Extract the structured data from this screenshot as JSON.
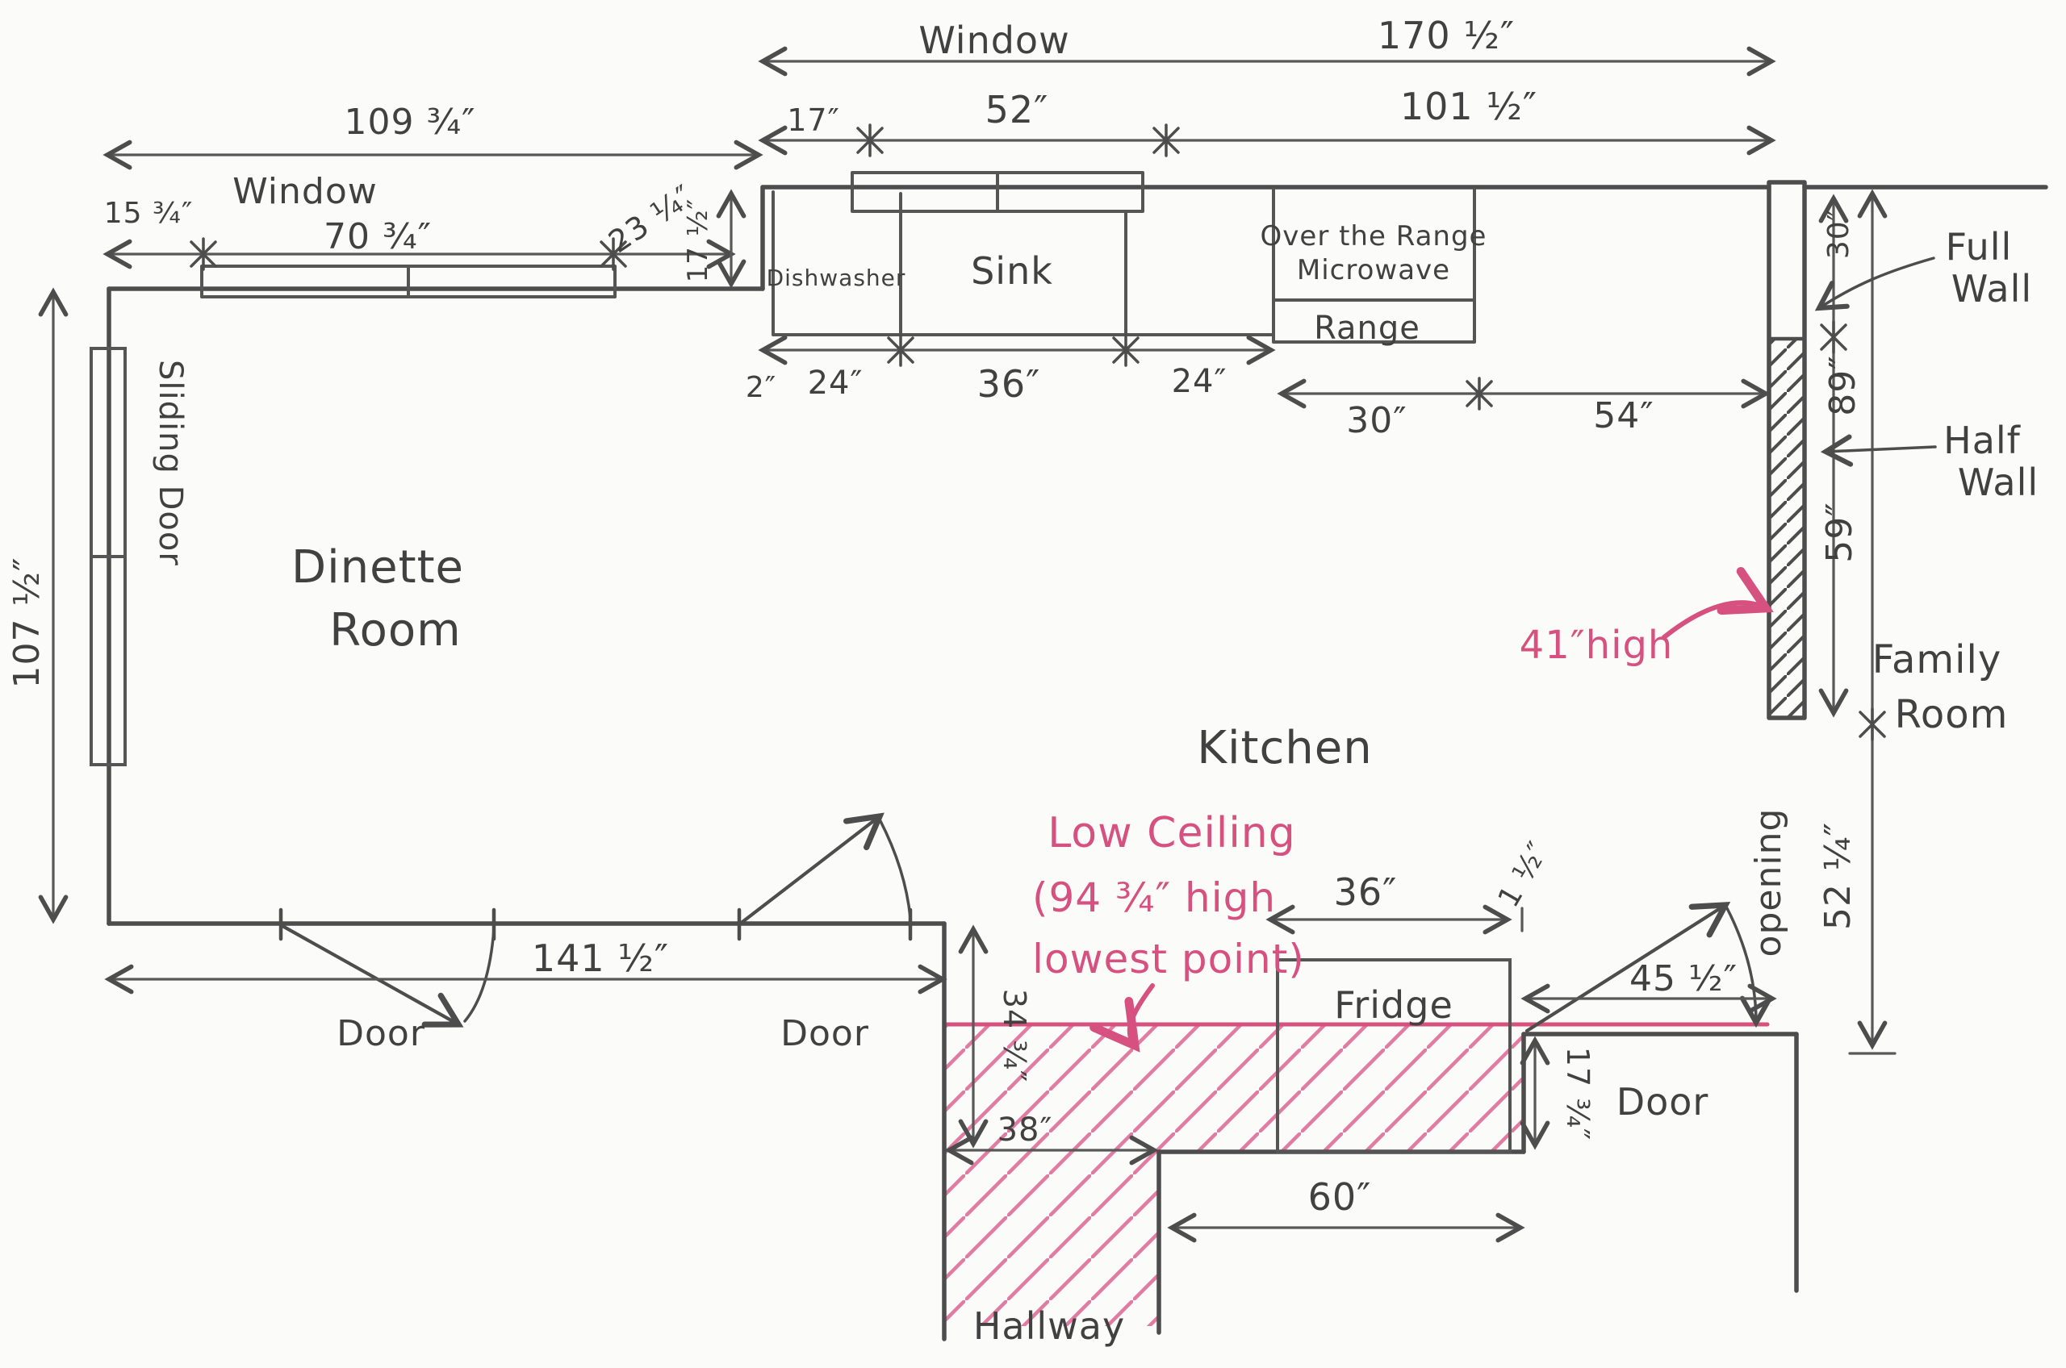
{
  "meta": {
    "type": "hand-drawn kitchen floor plan sketch",
    "ink_color": "#4d4d4d",
    "accent_color": "#d6517f"
  },
  "rooms": {
    "dinette_line1": "Dinette",
    "dinette_line2": "Room",
    "kitchen": "Kitchen",
    "family_line1": "Family",
    "family_line2": "Room",
    "hallway": "Hallway"
  },
  "appliances": {
    "dishwasher": "Dishwasher",
    "sink": "Sink",
    "otr_line1": "Over the Range",
    "otr_line2": "Microwave",
    "range": "Range",
    "fridge": "Fridge"
  },
  "openings": {
    "window_top": "Window",
    "window_left": "Window",
    "sliding_door": "Sliding Door",
    "door_bottom_left": "Door",
    "door_bottom_mid": "Door",
    "door_bottom_right": "Door",
    "opening_label": "opening"
  },
  "walls": {
    "full_line1": "Full",
    "full_line2": "Wall",
    "half_line1": "Half",
    "half_line2": "Wall"
  },
  "annotations": {
    "half_wall_height": "41″high",
    "low_ceiling_line1": "Low Ceiling",
    "low_ceiling_line2": "(94 ¾″ high",
    "low_ceiling_line3": "lowest point)"
  },
  "dimensions": {
    "top_total": "170 ½″",
    "top_seg_17": "17″",
    "top_seg_52": "52″",
    "top_seg_101": "101 ½″",
    "left_run_total": "109 ¾″",
    "left_seg_15": "15 ¾″",
    "left_seg_70": "70 ¾″",
    "left_seg_23": "23 ¼″",
    "jog_17": "17 ½″",
    "counter_2": "2″",
    "counter_24a": "24″",
    "counter_36": "36″",
    "counter_24b": "24″",
    "range_30": "30″",
    "range_54": "54″",
    "wall_30": "30″",
    "wall_89": "89″",
    "wall_59": "59″",
    "opening_52": "52 ¼″",
    "left_height": "107 ½″",
    "bottom_141": "141 ½″",
    "drop_34": "34 ¾″",
    "hall_38": "38″",
    "hall_60": "60″",
    "fridge_36": "36″",
    "fridge_gap": "1 ½″",
    "step_17": "17 ¾″",
    "door_45": "45 ½″"
  }
}
